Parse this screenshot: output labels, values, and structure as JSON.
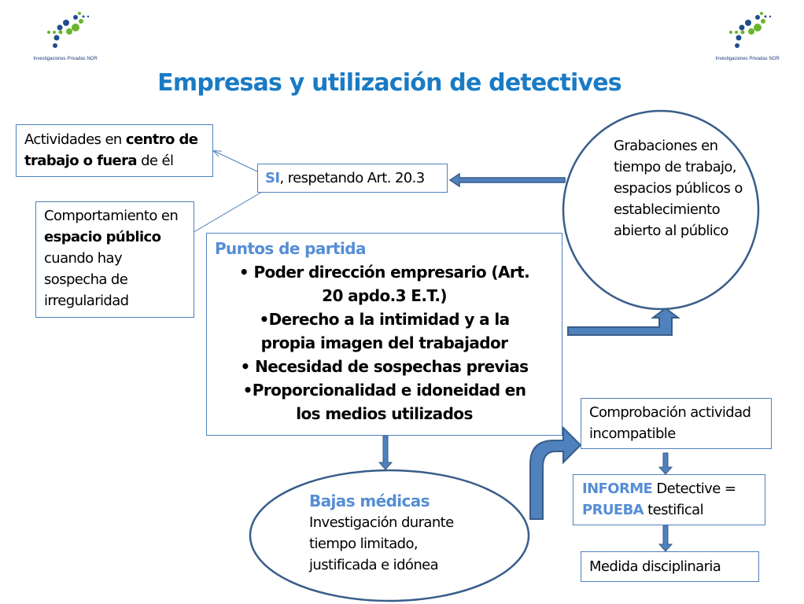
{
  "logo": {
    "text": "Investigaciones Privadas NOR"
  },
  "title": "Empresas y utilización de detectives",
  "box_actividades": {
    "t1": "Actividades en ",
    "b1": "centro de trabajo o fuera",
    "t2": " de él"
  },
  "box_si": {
    "hl": "SI",
    "t": ", respetando Art. 20.3"
  },
  "box_comportamiento": {
    "t1": "Comportamiento en ",
    "b1": "espacio público",
    "t2": " cuando hay sospecha de irregularidad"
  },
  "main": {
    "heading": "Puntos de partida",
    "items": [
      "• Poder dirección empresario (Art. 20 apdo.3 E.T.)",
      "•Derecho a la intimidad y a la propia imagen del trabajador",
      "• Necesidad de sospechas previas",
      "•Proporcionalidad e idoneidad en los medios utilizados"
    ]
  },
  "circle_grabaciones": "Grabaciones en tiempo de trabajo, espacios públicos o establecimiento abierto al público",
  "ellipse_bajas": {
    "heading": "Bajas médicas",
    "text": "Investigación durante tiempo limitado, justificada e idónea"
  },
  "box_comprobacion": "Comprobación actividad incompatible",
  "box_informe": {
    "hl1": "INFORME",
    "t1": " Detective =",
    "hl2": "PRUEBA",
    "t2": " testifical"
  },
  "box_medida": "Medida disciplinaria",
  "colors": {
    "border": "#4f81bd",
    "accent": "#558ed5",
    "title": "#1a7bc4"
  }
}
